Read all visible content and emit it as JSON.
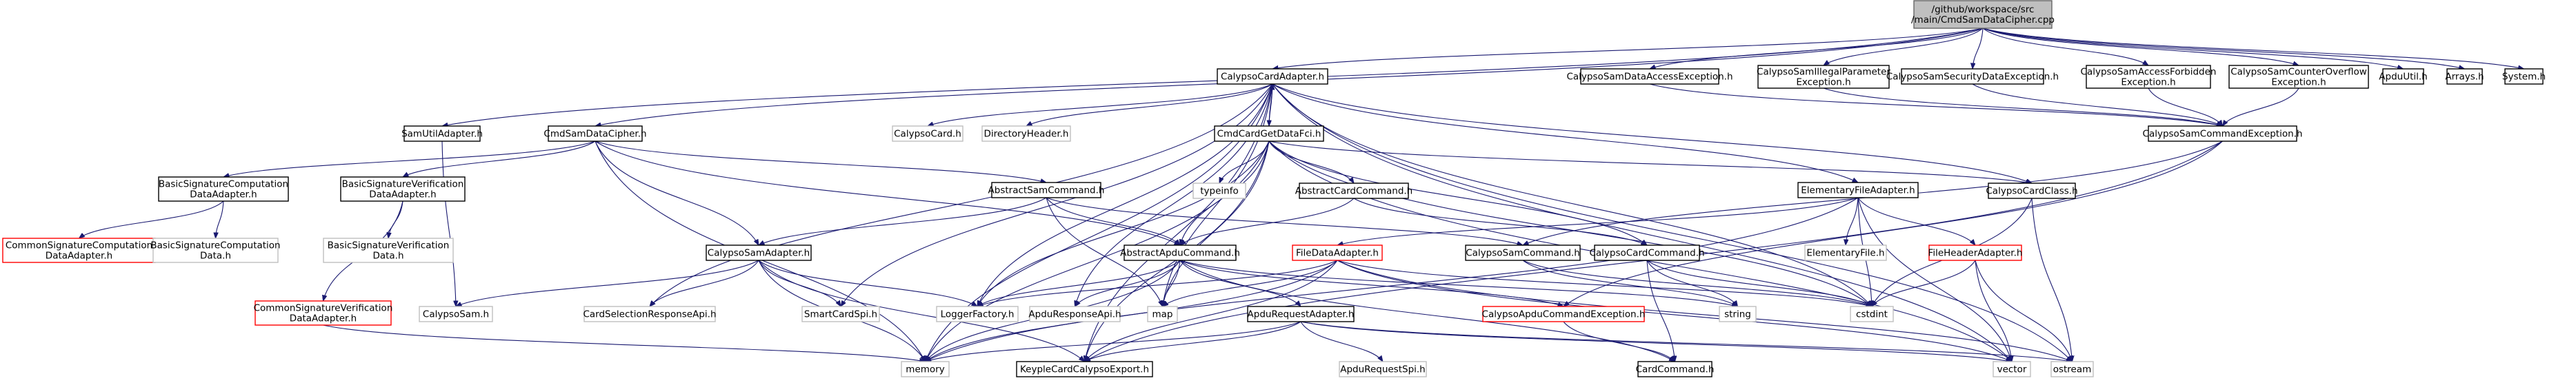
{
  "diagram": {
    "type": "include-dependency-graph",
    "colors": {
      "edge": "#191970",
      "node_border": "#000000",
      "external_border": "#bfbfbf",
      "incomplete_border": "#ff0000",
      "root_fill": "#bfbfbf"
    },
    "nodes": [
      {
        "id": "root",
        "lines": [
          "/github/workspace/src",
          "/main/CmdSamDataCipher.cpp"
        ],
        "style": "root"
      },
      {
        "id": "cardadapter",
        "lines": [
          "CalypsoCardAdapter.h"
        ],
        "style": "normal"
      },
      {
        "id": "samdataaccess",
        "lines": [
          "CalypsoSamDataAccessException.h"
        ],
        "style": "normal"
      },
      {
        "id": "samillegal",
        "lines": [
          "CalypsoSamIllegalParameter",
          "Exception.h"
        ],
        "style": "normal"
      },
      {
        "id": "samsecurity",
        "lines": [
          "CalypsoSamSecurityDataException.h"
        ],
        "style": "normal"
      },
      {
        "id": "samforbidden",
        "lines": [
          "CalypsoSamAccessForbidden",
          "Exception.h"
        ],
        "style": "normal"
      },
      {
        "id": "samoverflow",
        "lines": [
          "CalypsoSamCounterOverflow",
          "Exception.h"
        ],
        "style": "normal"
      },
      {
        "id": "apduutil",
        "lines": [
          "ApduUtil.h"
        ],
        "style": "normal"
      },
      {
        "id": "arrays",
        "lines": [
          "Arrays.h"
        ],
        "style": "normal"
      },
      {
        "id": "system",
        "lines": [
          "System.h"
        ],
        "style": "normal"
      },
      {
        "id": "samutil",
        "lines": [
          "SamUtilAdapter.h"
        ],
        "style": "normal"
      },
      {
        "id": "cmdsam",
        "lines": [
          "CmdSamDataCipher.h"
        ],
        "style": "normal"
      },
      {
        "id": "calypsocard",
        "lines": [
          "CalypsoCard.h"
        ],
        "style": "gray"
      },
      {
        "id": "dirheader",
        "lines": [
          "DirectoryHeader.h"
        ],
        "style": "gray"
      },
      {
        "id": "cmdgetdata",
        "lines": [
          "CmdCardGetDataFci.h"
        ],
        "style": "normal"
      },
      {
        "id": "samcmdexc",
        "lines": [
          "CalypsoSamCommandException.h"
        ],
        "style": "normal"
      },
      {
        "id": "basicsigcomp",
        "lines": [
          "BasicSignatureComputation",
          "DataAdapter.h"
        ],
        "style": "normal"
      },
      {
        "id": "basicsigver",
        "lines": [
          "BasicSignatureVerification",
          "DataAdapter.h"
        ],
        "style": "normal"
      },
      {
        "id": "abstractsam",
        "lines": [
          "AbstractSamCommand.h"
        ],
        "style": "normal"
      },
      {
        "id": "typeinfo",
        "lines": [
          "typeinfo"
        ],
        "style": "gray"
      },
      {
        "id": "abstractcard",
        "lines": [
          "AbstractCardCommand.h"
        ],
        "style": "normal"
      },
      {
        "id": "efadapter",
        "lines": [
          "ElementaryFileAdapter.h"
        ],
        "style": "normal"
      },
      {
        "id": "cardclass",
        "lines": [
          "CalypsoCardClass.h"
        ],
        "style": "normal"
      },
      {
        "id": "commonsigcomp",
        "lines": [
          "CommonSignatureComputation",
          "DataAdapter.h"
        ],
        "style": "red"
      },
      {
        "id": "basicsigcompdata",
        "lines": [
          "BasicSignatureComputation",
          "Data.h"
        ],
        "style": "gray"
      },
      {
        "id": "basicsigverdata",
        "lines": [
          "BasicSignatureVerification",
          "Data.h"
        ],
        "style": "gray"
      },
      {
        "id": "samadapter",
        "lines": [
          "CalypsoSamAdapter.h"
        ],
        "style": "normal"
      },
      {
        "id": "abstractapdu",
        "lines": [
          "AbstractApduCommand.h"
        ],
        "style": "normal"
      },
      {
        "id": "filedata",
        "lines": [
          "FileDataAdapter.h"
        ],
        "style": "red"
      },
      {
        "id": "samcommand",
        "lines": [
          "CalypsoSamCommand.h"
        ],
        "style": "normal"
      },
      {
        "id": "cardcommand",
        "lines": [
          "CalypsoCardCommand.h"
        ],
        "style": "normal"
      },
      {
        "id": "elementaryfile",
        "lines": [
          "ElementaryFile.h"
        ],
        "style": "gray"
      },
      {
        "id": "fileheader",
        "lines": [
          "FileHeaderAdapter.h"
        ],
        "style": "red"
      },
      {
        "id": "commonsigver",
        "lines": [
          "CommonSignatureVerification",
          "DataAdapter.h"
        ],
        "style": "red"
      },
      {
        "id": "calypsosam",
        "lines": [
          "CalypsoSam.h"
        ],
        "style": "gray"
      },
      {
        "id": "cardselection",
        "lines": [
          "CardSelectionResponseApi.h"
        ],
        "style": "gray"
      },
      {
        "id": "smartcard",
        "lines": [
          "SmartCardSpi.h"
        ],
        "style": "gray"
      },
      {
        "id": "logger",
        "lines": [
          "LoggerFactory.h"
        ],
        "style": "gray"
      },
      {
        "id": "apduresponse",
        "lines": [
          "ApduResponseApi.h"
        ],
        "style": "gray"
      },
      {
        "id": "map",
        "lines": [
          "map"
        ],
        "style": "gray"
      },
      {
        "id": "apdureqadapter",
        "lines": [
          "ApduRequestAdapter.h"
        ],
        "style": "normal"
      },
      {
        "id": "apducmdexc",
        "lines": [
          "CalypsoApduCommandException.h"
        ],
        "style": "red"
      },
      {
        "id": "string",
        "lines": [
          "string"
        ],
        "style": "gray"
      },
      {
        "id": "cstdint",
        "lines": [
          "cstdint"
        ],
        "style": "gray"
      },
      {
        "id": "memory",
        "lines": [
          "memory"
        ],
        "style": "gray"
      },
      {
        "id": "keyple",
        "lines": [
          "KeypleCardCalypsoExport.h"
        ],
        "style": "normal"
      },
      {
        "id": "apdureqspi",
        "lines": [
          "ApduRequestSpi.h"
        ],
        "style": "gray"
      },
      {
        "id": "cardcmd",
        "lines": [
          "CardCommand.h"
        ],
        "style": "normal"
      },
      {
        "id": "vector",
        "lines": [
          "vector"
        ],
        "style": "gray"
      },
      {
        "id": "ostream",
        "lines": [
          "ostream"
        ],
        "style": "gray"
      }
    ],
    "edges": [
      [
        "root",
        "cardadapter"
      ],
      [
        "root",
        "samdataaccess"
      ],
      [
        "root",
        "samillegal"
      ],
      [
        "root",
        "samsecurity"
      ],
      [
        "root",
        "samforbidden"
      ],
      [
        "root",
        "samoverflow"
      ],
      [
        "root",
        "apduutil"
      ],
      [
        "root",
        "arrays"
      ],
      [
        "root",
        "system"
      ],
      [
        "root",
        "samutil"
      ],
      [
        "root",
        "cmdsam"
      ],
      [
        "cardadapter",
        "calypsocard"
      ],
      [
        "cardadapter",
        "dirheader"
      ],
      [
        "cardadapter",
        "cmdgetdata"
      ],
      [
        "cardadapter",
        "efadapter"
      ],
      [
        "cardadapter",
        "cardclass"
      ],
      [
        "cardadapter",
        "cardselection"
      ],
      [
        "cardadapter",
        "smartcard"
      ],
      [
        "cardadapter",
        "logger"
      ],
      [
        "cardadapter",
        "apduresponse"
      ],
      [
        "cardadapter",
        "memory"
      ],
      [
        "cardadapter",
        "keyple"
      ],
      [
        "cardadapter",
        "vector"
      ],
      [
        "cardadapter",
        "ostream"
      ],
      [
        "cardadapter",
        "map"
      ],
      [
        "cardadapter",
        "cstdint"
      ],
      [
        "cmdgetdata",
        "cardadapter"
      ],
      [
        "cmdgetdata",
        "typeinfo"
      ],
      [
        "cmdgetdata",
        "abstractcard"
      ],
      [
        "cmdgetdata",
        "cardcommand"
      ],
      [
        "cmdgetdata",
        "cardclass"
      ],
      [
        "cmdgetdata",
        "abstractapdu"
      ],
      [
        "cmdgetdata",
        "logger"
      ],
      [
        "cmdgetdata",
        "map"
      ],
      [
        "cmdgetdata",
        "memory"
      ],
      [
        "cmdgetdata",
        "keyple"
      ],
      [
        "cmdgetdata",
        "cstdint"
      ],
      [
        "cmdgetdata",
        "vector"
      ],
      [
        "samdataaccess",
        "samcmdexc"
      ],
      [
        "samillegal",
        "samcmdexc"
      ],
      [
        "samsecurity",
        "samcmdexc"
      ],
      [
        "samforbidden",
        "samcmdexc"
      ],
      [
        "samoverflow",
        "samcmdexc"
      ],
      [
        "samcmdexc",
        "apducmdexc"
      ],
      [
        "samcmdexc",
        "samcommand"
      ],
      [
        "samcmdexc",
        "keyple"
      ],
      [
        "samutil",
        "calypsosam"
      ],
      [
        "cmdsam",
        "basicsigcomp"
      ],
      [
        "cmdsam",
        "basicsigver"
      ],
      [
        "cmdsam",
        "abstractsam"
      ],
      [
        "cmdsam",
        "samadapter"
      ],
      [
        "cmdsam",
        "abstractapdu"
      ],
      [
        "cmdsam",
        "memory"
      ],
      [
        "basicsigcomp",
        "commonsigcomp"
      ],
      [
        "basicsigcomp",
        "basicsigcompdata"
      ],
      [
        "basicsigver",
        "commonsigver"
      ],
      [
        "basicsigver",
        "basicsigverdata"
      ],
      [
        "commonsigver",
        "memory"
      ],
      [
        "abstractsam",
        "abstractapdu"
      ],
      [
        "abstractsam",
        "samcommand"
      ],
      [
        "abstractsam",
        "samadapter"
      ],
      [
        "abstractsam",
        "map"
      ],
      [
        "abstractcard",
        "abstractapdu"
      ],
      [
        "abstractcard",
        "cardcommand"
      ],
      [
        "efadapter",
        "filedata"
      ],
      [
        "efadapter",
        "fileheader"
      ],
      [
        "efadapter",
        "elementaryfile"
      ],
      [
        "efadapter",
        "cstdint"
      ],
      [
        "efadapter",
        "vector"
      ],
      [
        "efadapter",
        "memory"
      ],
      [
        "cardclass",
        "cstdint"
      ],
      [
        "cardclass",
        "ostream"
      ],
      [
        "samadapter",
        "calypsosam"
      ],
      [
        "samadapter",
        "cardselection"
      ],
      [
        "samadapter",
        "smartcard"
      ],
      [
        "samadapter",
        "logger"
      ],
      [
        "samadapter",
        "memory"
      ],
      [
        "samadapter",
        "keyple"
      ],
      [
        "abstractapdu",
        "apdureqadapter"
      ],
      [
        "abstractapdu",
        "apduresponse"
      ],
      [
        "abstractapdu",
        "map"
      ],
      [
        "abstractapdu",
        "memory"
      ],
      [
        "abstractapdu",
        "cardcmd"
      ],
      [
        "abstractapdu",
        "string"
      ],
      [
        "abstractapdu",
        "logger"
      ],
      [
        "abstractapdu",
        "apducmdexc"
      ],
      [
        "filedata",
        "map"
      ],
      [
        "filedata",
        "memory"
      ],
      [
        "filedata",
        "keyple"
      ],
      [
        "filedata",
        "cstdint"
      ],
      [
        "filedata",
        "vector"
      ],
      [
        "filedata",
        "ostream"
      ],
      [
        "filedata",
        "logger"
      ],
      [
        "samcommand",
        "string"
      ],
      [
        "samcommand",
        "cstdint"
      ],
      [
        "cardcommand",
        "string"
      ],
      [
        "cardcommand",
        "cstdint"
      ],
      [
        "cardcommand",
        "cardcmd"
      ],
      [
        "fileheader",
        "cstdint"
      ],
      [
        "fileheader",
        "vector"
      ],
      [
        "fileheader",
        "ostream"
      ],
      [
        "apdureqadapter",
        "memory"
      ],
      [
        "apdureqadapter",
        "apdureqspi"
      ],
      [
        "apdureqadapter",
        "keyple"
      ],
      [
        "apdureqadapter",
        "vector"
      ],
      [
        "apdureqadapter",
        "ostream"
      ],
      [
        "apducmdexc",
        "cardcmd"
      ]
    ]
  }
}
